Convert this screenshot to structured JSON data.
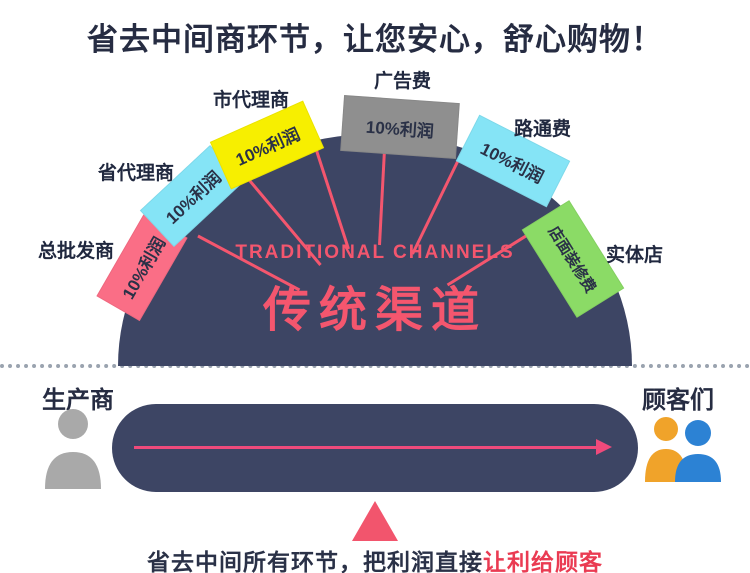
{
  "title": "省去中间商环节，让您安心，舒心购物！",
  "dome": {
    "subtitle": "TRADITIONAL CHANNELS",
    "title": "传统渠道"
  },
  "channels": [
    {
      "label": "总批发商",
      "value": "10%利润",
      "color": "#fa6e86"
    },
    {
      "label": "省代理商",
      "value": "10%利润",
      "color": "#85e4f6"
    },
    {
      "label": "市代理商",
      "value": "10%利润",
      "color": "#f7ef00"
    },
    {
      "label": "广告费",
      "value": "10%利润",
      "color": "#8f8f8f"
    },
    {
      "label": "路通费",
      "value": "10%利润",
      "color": "#85e4f6"
    },
    {
      "label": "实体店",
      "value": "店面装修费",
      "color": "#8bdb66"
    }
  ],
  "direct": {
    "producer": "生产商",
    "customers": "顾客们"
  },
  "caption": {
    "main": "省去中间所有环节，把利润直接",
    "highlight": "让利给顾客"
  },
  "colors": {
    "dome": "#3d4564",
    "accent_pink": "#f4566e",
    "arrow_pink": "#ef4a7b",
    "text_dark": "#262c42",
    "highlight_red": "#ea3b52"
  }
}
